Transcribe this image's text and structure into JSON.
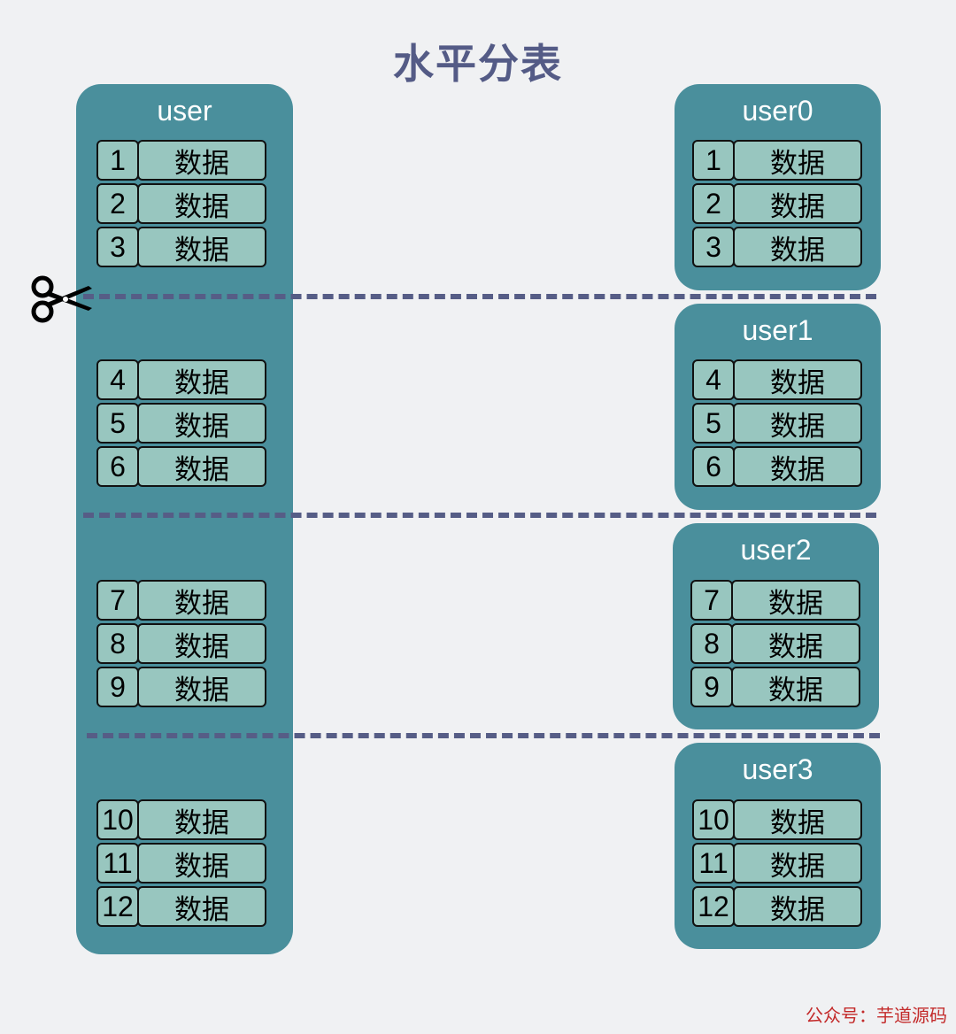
{
  "title": "水平分表",
  "source_table": {
    "name": "user",
    "rows": [
      {
        "id": "1",
        "value": "数据"
      },
      {
        "id": "2",
        "value": "数据"
      },
      {
        "id": "3",
        "value": "数据"
      },
      {
        "id": "4",
        "value": "数据"
      },
      {
        "id": "5",
        "value": "数据"
      },
      {
        "id": "6",
        "value": "数据"
      },
      {
        "id": "7",
        "value": "数据"
      },
      {
        "id": "8",
        "value": "数据"
      },
      {
        "id": "9",
        "value": "数据"
      },
      {
        "id": "10",
        "value": "数据"
      },
      {
        "id": "11",
        "value": "数据"
      },
      {
        "id": "12",
        "value": "数据"
      }
    ]
  },
  "shards": [
    {
      "name": "user0",
      "rows": [
        {
          "id": "1",
          "value": "数据"
        },
        {
          "id": "2",
          "value": "数据"
        },
        {
          "id": "3",
          "value": "数据"
        }
      ]
    },
    {
      "name": "user1",
      "rows": [
        {
          "id": "4",
          "value": "数据"
        },
        {
          "id": "5",
          "value": "数据"
        },
        {
          "id": "6",
          "value": "数据"
        }
      ]
    },
    {
      "name": "user2",
      "rows": [
        {
          "id": "7",
          "value": "数据"
        },
        {
          "id": "8",
          "value": "数据"
        },
        {
          "id": "9",
          "value": "数据"
        }
      ]
    },
    {
      "name": "user3",
      "rows": [
        {
          "id": "10",
          "value": "数据"
        },
        {
          "id": "11",
          "value": "数据"
        },
        {
          "id": "12",
          "value": "数据"
        }
      ]
    }
  ],
  "icons": {
    "cut": "scissors-icon"
  },
  "colors": {
    "panel": "#4a8f9c",
    "cell": "#98c6bf",
    "title": "#545b86",
    "dashed_line": "#565d86",
    "watermark": "#c32a2a"
  },
  "watermark": "公众号：芋道源码"
}
